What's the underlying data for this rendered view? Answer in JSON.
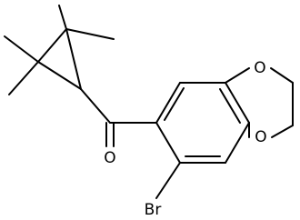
{
  "atoms": {
    "oxygen_top": "O",
    "oxygen_bottom": "O",
    "oxygen_carbonyl": "O",
    "bromine": "Br"
  },
  "colors": {
    "bond": "#000000",
    "label": "#000000",
    "background": "#ffffff"
  }
}
